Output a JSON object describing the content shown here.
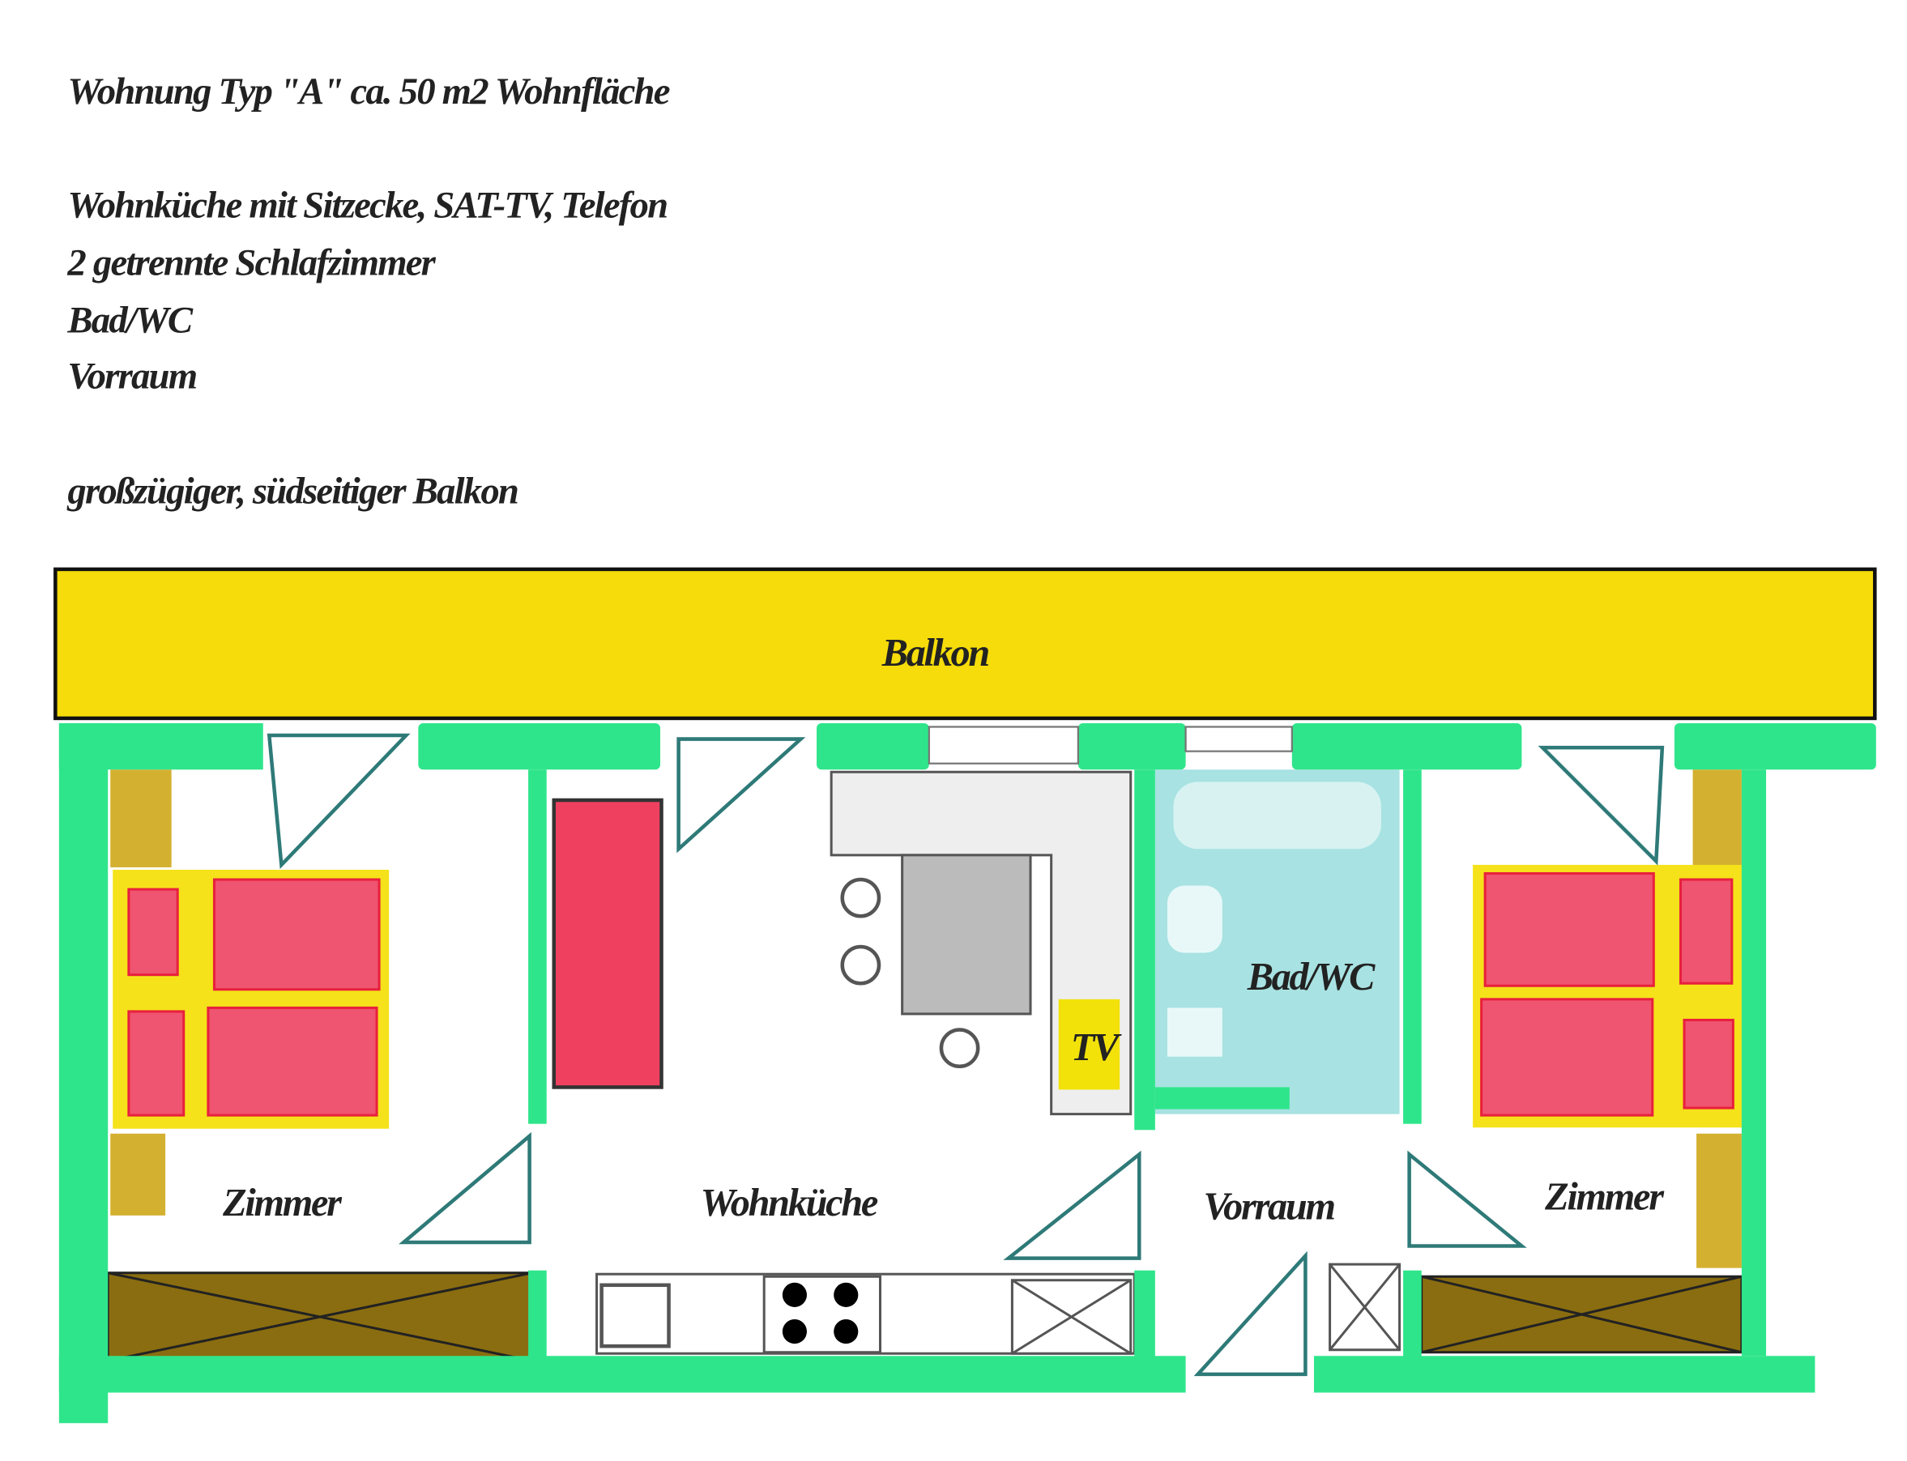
{
  "description": {
    "title": "Wohnung Typ \"A\" ca. 50 m2 Wohnfläche",
    "features": [
      "Wohnküche mit Sitzecke, SAT-TV, Telefon",
      "2  getrennte Schlafzimmer",
      "Bad/WC",
      "Vorraum"
    ],
    "balcony_note": "großzügiger, südseitiger Balkon"
  },
  "floorplan": {
    "balcony": "Balkon",
    "rooms": {
      "bedroom_left": "Zimmer",
      "kitchen": "Wohnküche",
      "hall": "Vorraum",
      "bedroom_right": "Zimmer",
      "bath": "Bad/WC",
      "tv": "TV"
    },
    "colors": {
      "wall": "#2fe58b",
      "balcony": "#f5dc0a",
      "bath": "#a8e2e2",
      "bed": "#ef5470",
      "wardrobe": "#8a6d10"
    }
  }
}
